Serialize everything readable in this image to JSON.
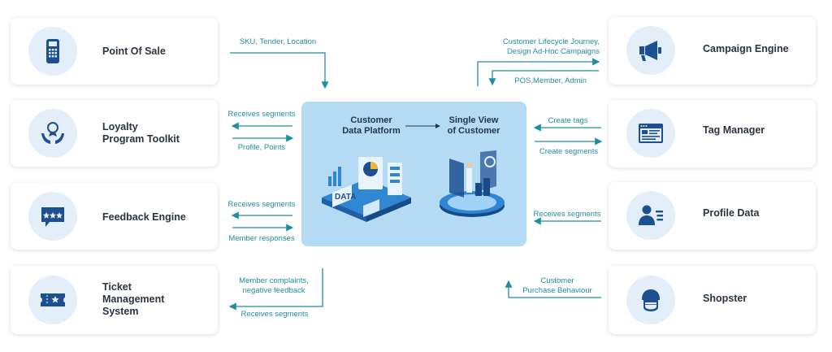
{
  "center": {
    "title_left": "Customer\nData Platform",
    "title_right": "Single View\nof Customer",
    "illustration_text": "DATA"
  },
  "left_cards": [
    {
      "label": "Point Of Sale",
      "icon": "pos-terminal-icon"
    },
    {
      "label": "Loyalty\nProgram Toolkit",
      "icon": "loyalty-hands-icon"
    },
    {
      "label": "Feedback Engine",
      "icon": "rating-chat-icon"
    },
    {
      "label": "Ticket\nManagement\nSystem",
      "icon": "ticket-icon"
    }
  ],
  "right_cards": [
    {
      "label": "Campaign Engine",
      "icon": "megaphone-icon"
    },
    {
      "label": "Tag Manager",
      "icon": "browser-window-icon"
    },
    {
      "label": "Profile Data",
      "icon": "profile-card-icon"
    },
    {
      "label": "Shopster",
      "icon": "masked-user-icon"
    }
  ],
  "flows": {
    "pos_in": "SKU, Tender, Location",
    "loyalty_out": "Receives segments",
    "loyalty_in": "Profile, Points",
    "feedback_out": "Receives segments",
    "feedback_in": "Member responses",
    "ticket_in": "Member complaints,\nnegative feedback",
    "ticket_out": "Receives segments",
    "campaign_out": "Customer Lifecycle Journey,\nDesign Ad-Hoc Campaigns",
    "campaign_in": "POS,Member, Admin",
    "tag_in": "Create tags",
    "tag_out": "Create segments",
    "profile_in": "Receives segments",
    "shopster_in": "Customer\nPurchase Behaviour"
  },
  "colors": {
    "accent": "#1f8fa0",
    "icon_blue": "#1d4f91",
    "icon_bg": "#e3eef8",
    "center_bg": "#b5dbf4"
  }
}
